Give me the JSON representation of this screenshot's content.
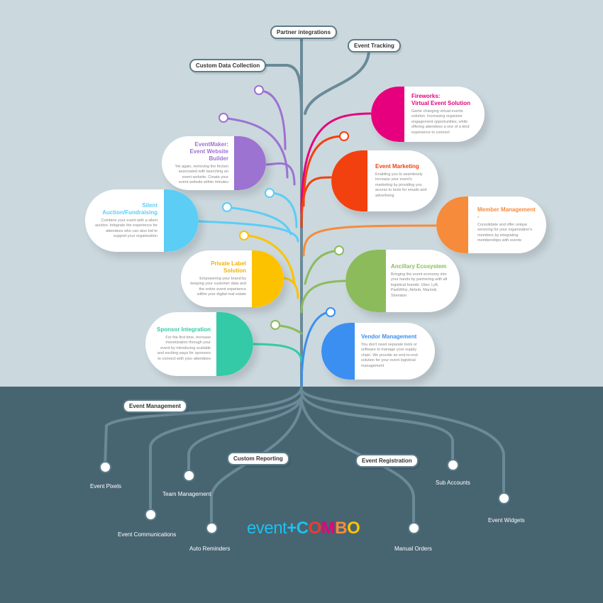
{
  "top_tags": {
    "partner": "Partner integrations",
    "tracking": "Event Tracking",
    "custom_data": "Custom Data Collection"
  },
  "cards": [
    {
      "title": "Fireworks:\nVirtual Event Solution",
      "text": "Game changing virtual events solution. Increasing organizer engagement opportunities, while offering attendees a one of a kind experience to connect",
      "color": "#e6007e"
    },
    {
      "title": "EventMaker:\nEvent Website Builder",
      "text": "Yet again, removing the friction associated with launching an event website. Create your event website within minutes",
      "color": "#9c73d1"
    },
    {
      "title": "Event Marketing",
      "text": "Enabling you to seamlessly increase your event's marketing by providing you access to tools for emails and advertising",
      "color": "#f2400f"
    },
    {
      "title": "Silent Auction/Fundraising",
      "text": "Combine your event with a silent auction. Integrate the experience for attendees who can also bid to support your organization",
      "color": "#5ccdf5"
    },
    {
      "title": "Member Management -",
      "text": "Consolidate and offer unique servicing for your organization's members by integrating memberships with events",
      "color": "#f68b3b"
    },
    {
      "title": "Private Label Solution",
      "text": "Empowering your brand by keeping your customer data and the entire event experience within your digital real estate",
      "color": "#fcc200"
    },
    {
      "title": "Ancillary Ecosystem",
      "text": "Bringing the event economy into your hands by partnering with all logistical brands: Uber, Lyft, ParkWhiz, Airbnb, Marriott, Sheraton",
      "color": "#8cbb5b"
    },
    {
      "title": "Sponsor Integration",
      "text": "For the first time, increase monetization through your event by introducing scalable and exciting ways for sponsors to connect with your attendees",
      "color": "#34caa7"
    },
    {
      "title": "Vendor Management",
      "text": "You don't need separate tools or software to manage your supply chain. We provide an end-to-end solution for your event logistical management",
      "color": "#3a8ff0"
    }
  ],
  "bottom_tags": {
    "event_management": "Event Management",
    "custom_reporting": "Custom Reporting",
    "event_registration": "Event Registration"
  },
  "features": [
    "Event Pixels",
    "Team Management",
    "Event Communications",
    "Auto Reminders",
    "Sub Accounts",
    "Event Widgets",
    "Manual Orders"
  ],
  "logo": {
    "text": "eventcombo",
    "part1": "event",
    "plus": "+",
    "letters": [
      "C",
      "O",
      "M",
      "B",
      "O"
    ],
    "colors": [
      "#1ec0f0",
      "#f03a2e",
      "#e6007e",
      "#f68b3b",
      "#fcc200"
    ]
  }
}
